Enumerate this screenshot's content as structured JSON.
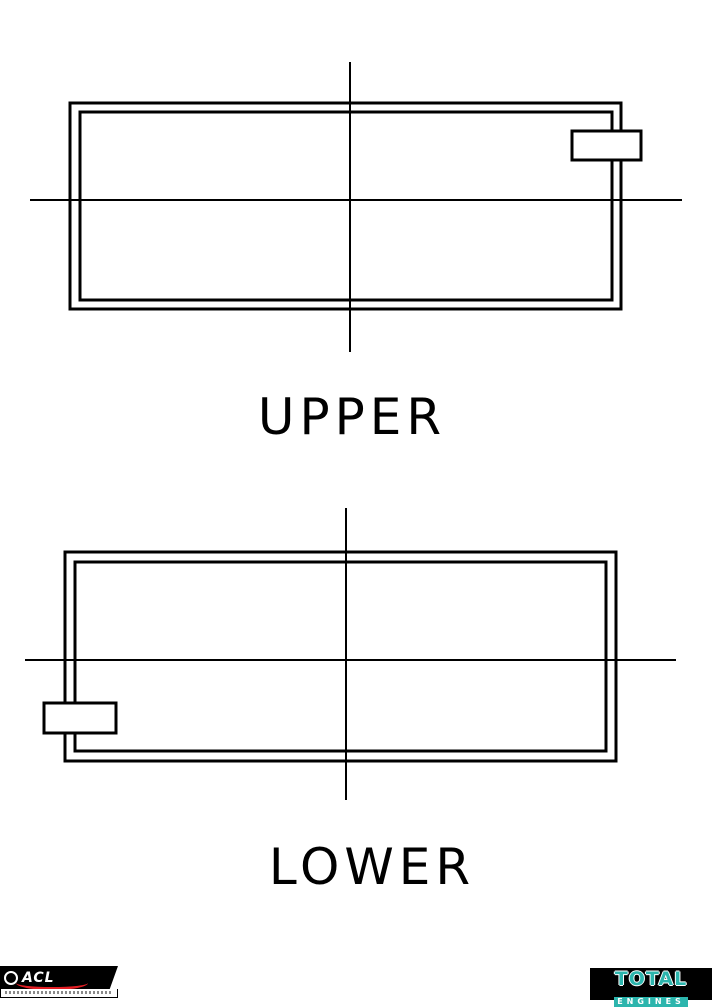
{
  "page": {
    "background": "#ffffff"
  },
  "drawings": {
    "upper": {
      "label": "UPPER"
    },
    "lower": {
      "label": "LOWER"
    }
  },
  "logos": {
    "acl": {
      "text": "ACL"
    },
    "total_engines": {
      "title": "TOTAL",
      "subtitle": "ENGINES"
    }
  },
  "colors": {
    "line": "#000000",
    "acl_red": "#e31e24",
    "total_teal": "#2cb5ad",
    "logo_background": "#000000"
  }
}
